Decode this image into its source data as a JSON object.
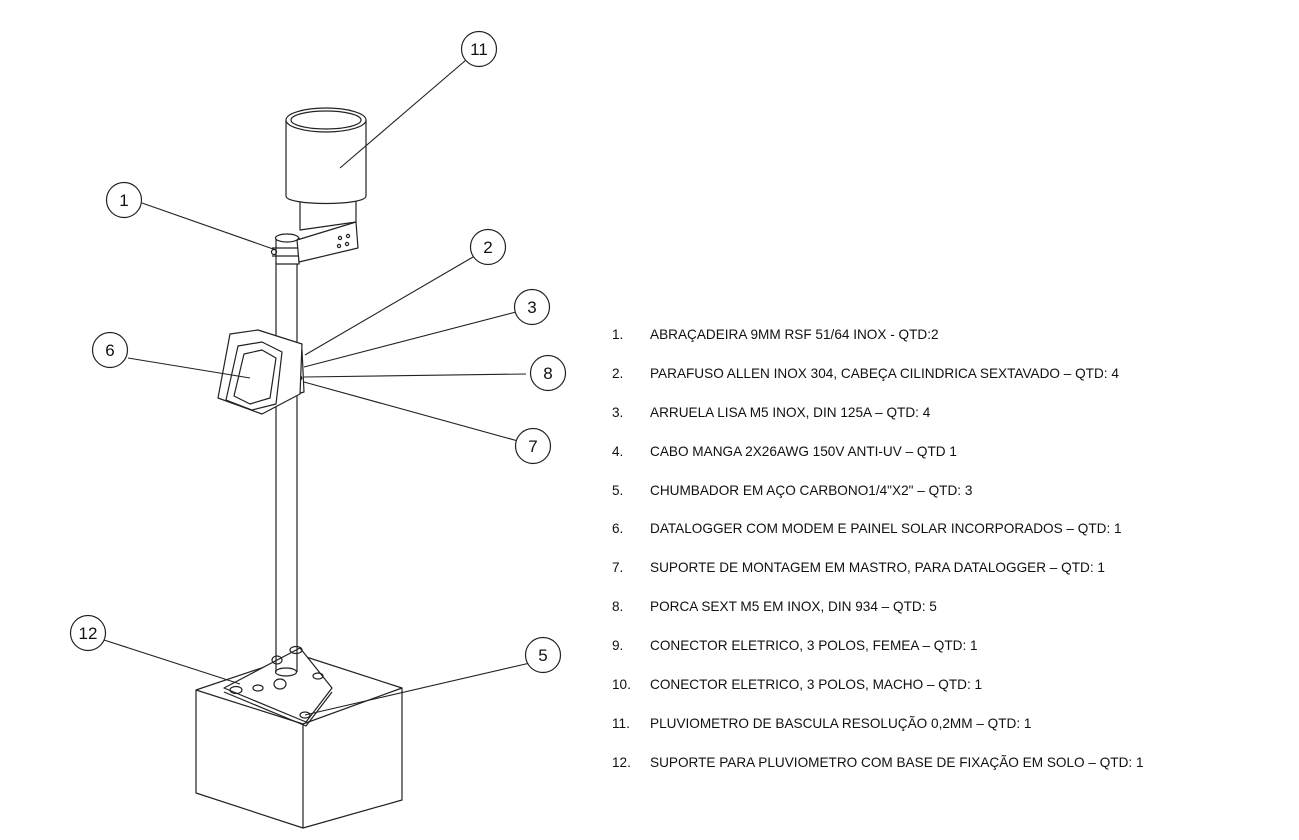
{
  "callouts": [
    {
      "id": "1",
      "label": "1"
    },
    {
      "id": "2",
      "label": "2"
    },
    {
      "id": "3",
      "label": "3"
    },
    {
      "id": "5",
      "label": "5"
    },
    {
      "id": "6",
      "label": "6"
    },
    {
      "id": "7",
      "label": "7"
    },
    {
      "id": "8",
      "label": "8"
    },
    {
      "id": "11",
      "label": "11"
    },
    {
      "id": "12",
      "label": "12"
    }
  ],
  "parts": [
    {
      "num": "1.",
      "text": "ABRAÇADEIRA 9MM RSF 51/64 INOX - QTD:2"
    },
    {
      "num": "2.",
      "text": "PARAFUSO ALLEN INOX 304, CABEÇA CILINDRICA SEXTAVADO – QTD: 4"
    },
    {
      "num": "3.",
      "text": "ARRUELA LISA M5 INOX, DIN 125A – QTD: 4"
    },
    {
      "num": "4.",
      "text": "CABO MANGA 2X26AWG 150V ANTI-UV – QTD 1"
    },
    {
      "num": "5.",
      "text": "CHUMBADOR EM AÇO CARBONO1/4\"X2\" – QTD: 3"
    },
    {
      "num": "6.",
      "text": "DATALOGGER COM MODEM E PAINEL SOLAR INCORPORADOS – QTD: 1"
    },
    {
      "num": "7.",
      "text": "SUPORTE DE MONTAGEM EM MASTRO, PARA DATALOGGER – QTD: 1"
    },
    {
      "num": "8.",
      "text": "PORCA SEXT M5 EM INOX, DIN 934 – QTD: 5"
    },
    {
      "num": "9.",
      "text": "CONECTOR ELETRICO, 3 POLOS, FEMEA – QTD: 1"
    },
    {
      "num": "10.",
      "text": "CONECTOR ELETRICO, 3 POLOS, MACHO – QTD: 1"
    },
    {
      "num": "11.",
      "text": "PLUVIOMETRO DE BASCULA RESOLUÇÃO 0,2MM – QTD: 1"
    },
    {
      "num": "12.",
      "text": "SUPORTE PARA PLUVIOMETRO COM BASE DE FIXAÇÃO EM SOLO – QTD: 1"
    }
  ]
}
